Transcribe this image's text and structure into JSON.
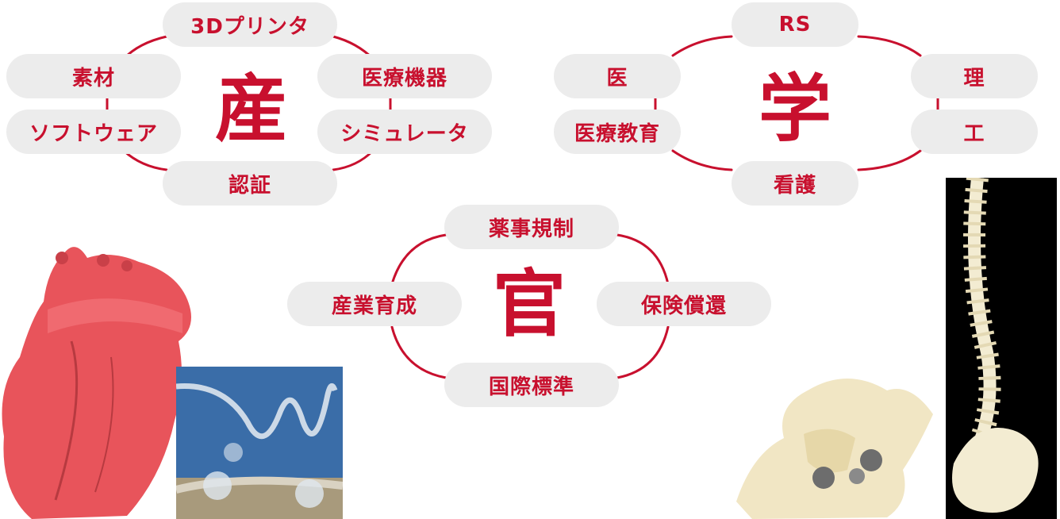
{
  "colors": {
    "accent": "#c8102e",
    "pill_bg": "#ececec"
  },
  "industry": {
    "title": "産",
    "items": [
      "3Dプリンタ",
      "素材",
      "医療機器",
      "ソフトウェア",
      "シミュレータ",
      "認証"
    ]
  },
  "academia": {
    "title": "学",
    "items": [
      "RS",
      "医",
      "理",
      "医療教育",
      "工",
      "看護"
    ]
  },
  "government": {
    "title": "官",
    "items": [
      "薬事規制",
      "産業育成",
      "保険償還",
      "国際標準"
    ]
  },
  "photos": [
    {
      "icon": "heart-model-photo"
    },
    {
      "icon": "vascular-model-photo"
    },
    {
      "icon": "pelvis-model-photo"
    },
    {
      "icon": "spine-model-photo"
    }
  ]
}
